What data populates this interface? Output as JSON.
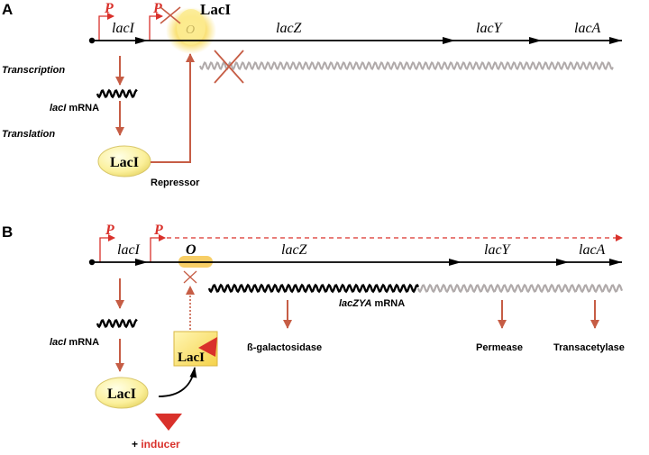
{
  "panel_a": {
    "label": "A",
    "promoter_lacI": "P",
    "promoter_operon": "P",
    "gene_lacI": "lacI",
    "operator": "O",
    "gene_lacZ": "lacZ",
    "gene_lacY": "lacY",
    "gene_lacA": "lacA",
    "repressor_bound": "LacI",
    "step_transcription": "Transcription",
    "mrna_prefix": "lacI",
    "mrna_suffix": " mRNA",
    "step_translation": "Translation",
    "protein": "LacI",
    "repressor_caption": "Repressor"
  },
  "panel_b": {
    "label": "B",
    "promoter_lacI": "P",
    "promoter_operon": "P",
    "gene_lacI": "lacI",
    "operator": "O",
    "gene_lacZ": "lacZ",
    "gene_lacY": "lacY",
    "gene_lacA": "lacA",
    "polycistronic_prefix": "lacZYA",
    "polycistronic_suffix": " mRNA",
    "mrna_prefix": "lacI",
    "mrna_suffix": " mRNA",
    "protein": "LacI",
    "complex": "LacI",
    "product_lacZ": "ß-galactosidase",
    "product_lacY": "Permease",
    "product_lacA": "Transacetylase",
    "inducer_plus": "+ ",
    "inducer_label": "inducer"
  },
  "colors": {
    "promoter_red": "#d9312b",
    "arrow_brown": "#c65d45",
    "mrna_grey": "#b0aaaa",
    "repressor_fill": "#fdf6a8",
    "operator_glow": "#f6c64b",
    "dna_black": "#000000"
  }
}
